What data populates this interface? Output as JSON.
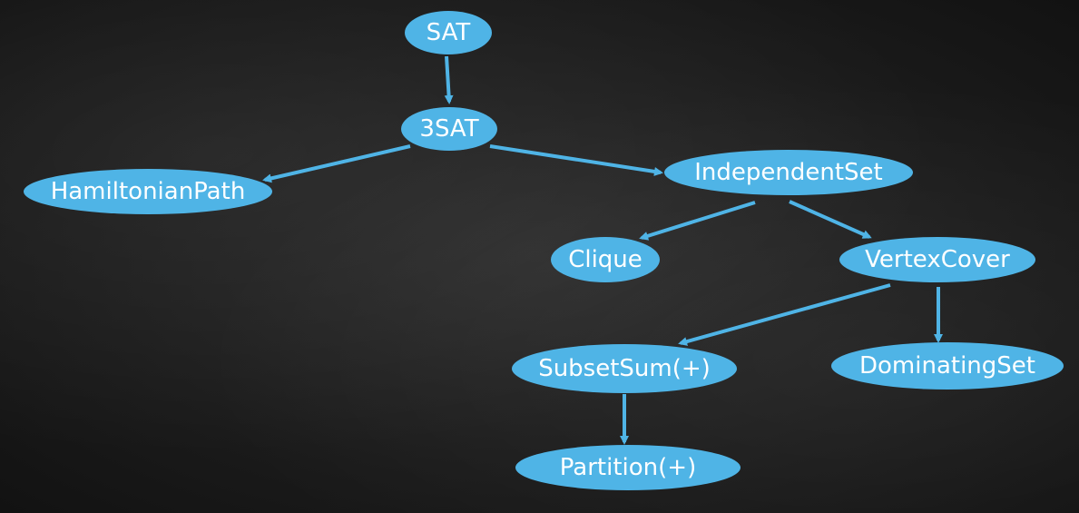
{
  "diagram": {
    "colors": {
      "node": "#4fb4e6",
      "edge": "#4fb4e6",
      "text": "#ffffff",
      "background": "#1b1b1b"
    },
    "nodes": [
      {
        "id": "sat",
        "label": "SAT"
      },
      {
        "id": "3sat",
        "label": "3SAT"
      },
      {
        "id": "hamiltonian",
        "label": "HamiltonianPath"
      },
      {
        "id": "independent",
        "label": "IndependentSet"
      },
      {
        "id": "clique",
        "label": "Clique"
      },
      {
        "id": "vertexcover",
        "label": "VertexCover"
      },
      {
        "id": "subsetsum",
        "label": "SubsetSum(+)"
      },
      {
        "id": "dominating",
        "label": "DominatingSet"
      },
      {
        "id": "partition",
        "label": "Partition(+)"
      }
    ],
    "edges": [
      {
        "from": "sat",
        "to": "3sat"
      },
      {
        "from": "3sat",
        "to": "hamiltonian"
      },
      {
        "from": "3sat",
        "to": "independent"
      },
      {
        "from": "independent",
        "to": "clique"
      },
      {
        "from": "independent",
        "to": "vertexcover"
      },
      {
        "from": "vertexcover",
        "to": "subsetsum"
      },
      {
        "from": "vertexcover",
        "to": "dominating"
      },
      {
        "from": "subsetsum",
        "to": "partition"
      }
    ]
  }
}
